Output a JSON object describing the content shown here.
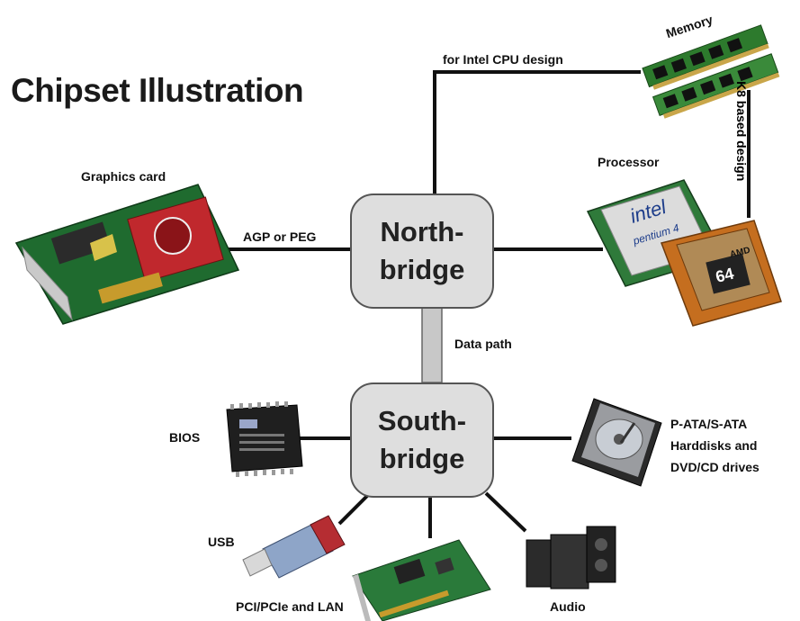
{
  "title": "Chipset Illustration",
  "northbridge": {
    "line1": "North-",
    "line2": "bridge"
  },
  "southbridge": {
    "line1": "South-",
    "line2": "bridge"
  },
  "labels": {
    "intel_path": "for Intel CPU design",
    "memory": "Memory",
    "k8": "K8 based design",
    "processor": "Processor",
    "graphics": "Graphics card",
    "agp": "AGP or PEG",
    "data_path": "Data path",
    "bios": "BIOS",
    "storage_line1": "P-ATA/S-ATA",
    "storage_line2": "Harddisks and",
    "storage_line3": "DVD/CD drives",
    "usb": "USB",
    "pci": "PCI/PCIe and LAN",
    "audio": "Audio",
    "intel_chip_line1": "intel",
    "intel_chip_line2": "pentium 4",
    "amd_chip_line1": "AMD",
    "amd_chip_line2": "64"
  }
}
